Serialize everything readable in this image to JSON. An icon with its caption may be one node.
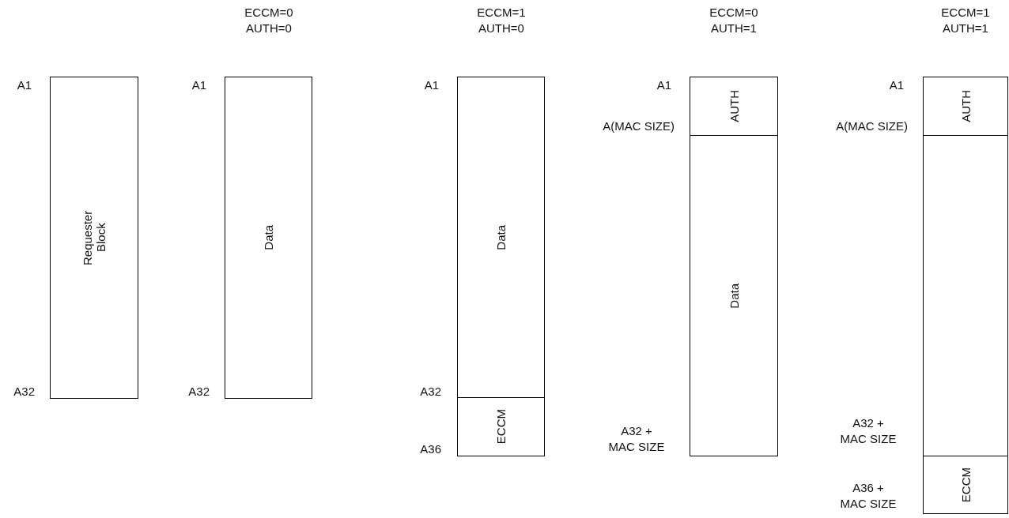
{
  "diagram": {
    "nodes": [
      {
        "text": [
          "Requester Block"
        ]
      },
      {
        "text": [
          "Data"
        ]
      },
      {
        "text": [
          "Data"
        ]
      },
      {
        "text": [
          "ECCM"
        ]
      },
      {
        "text": [
          "AUTH"
        ]
      },
      {
        "text": [
          "Data"
        ]
      },
      {
        "text": [
          "AUTH"
        ]
      },
      {
        "text": [],
        "shape": "box"
      },
      {
        "text": [
          "ECCM"
        ]
      }
    ],
    "edges": [],
    "labels": [
      "A1",
      "A32",
      "ECCM=0 AUTH=0",
      "A1",
      "A32",
      "ECCM=1 AUTH=0",
      "A1",
      "A32",
      "A36",
      "ECCM=0 AUTH=1",
      "A1",
      "A(MAC SIZE)",
      "A32 + MAC SIZE",
      "ECCM=1 AUTH=1",
      "A1",
      "A(MAC SIZE)",
      "A32 + MAC SIZE",
      "A36 + MAC SIZE"
    ]
  }
}
